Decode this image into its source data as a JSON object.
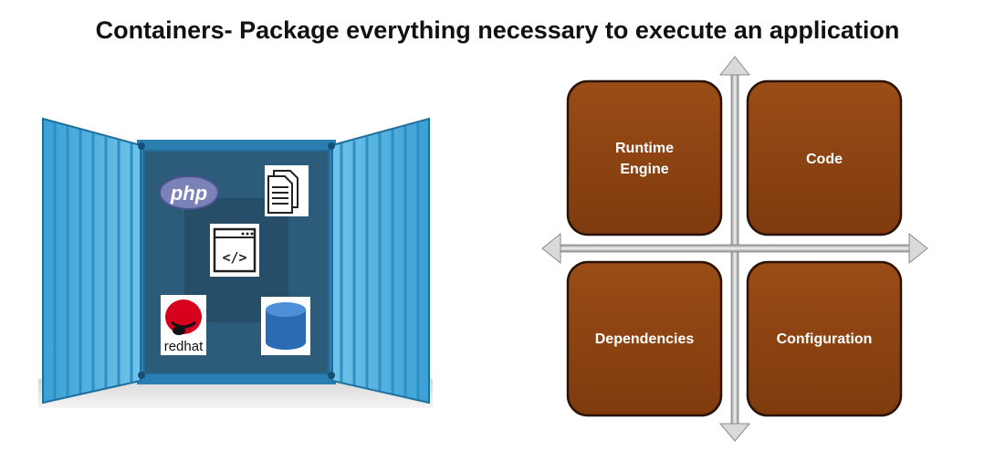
{
  "title": "Containers- Package everything necessary to execute an application",
  "container": {
    "items": [
      {
        "name": "php-logo",
        "label": "php"
      },
      {
        "name": "document-icon"
      },
      {
        "name": "code-window-icon",
        "label": "</>"
      },
      {
        "name": "redhat-logo",
        "label": "redhat"
      },
      {
        "name": "database-icon"
      }
    ]
  },
  "quadrant": {
    "box_color": "#8B4513",
    "boxes": [
      {
        "lines": [
          "Runtime",
          "Engine"
        ]
      },
      {
        "lines": [
          "Code"
        ]
      },
      {
        "lines": [
          "Dependencies"
        ]
      },
      {
        "lines": [
          "Configuration"
        ]
      }
    ]
  }
}
